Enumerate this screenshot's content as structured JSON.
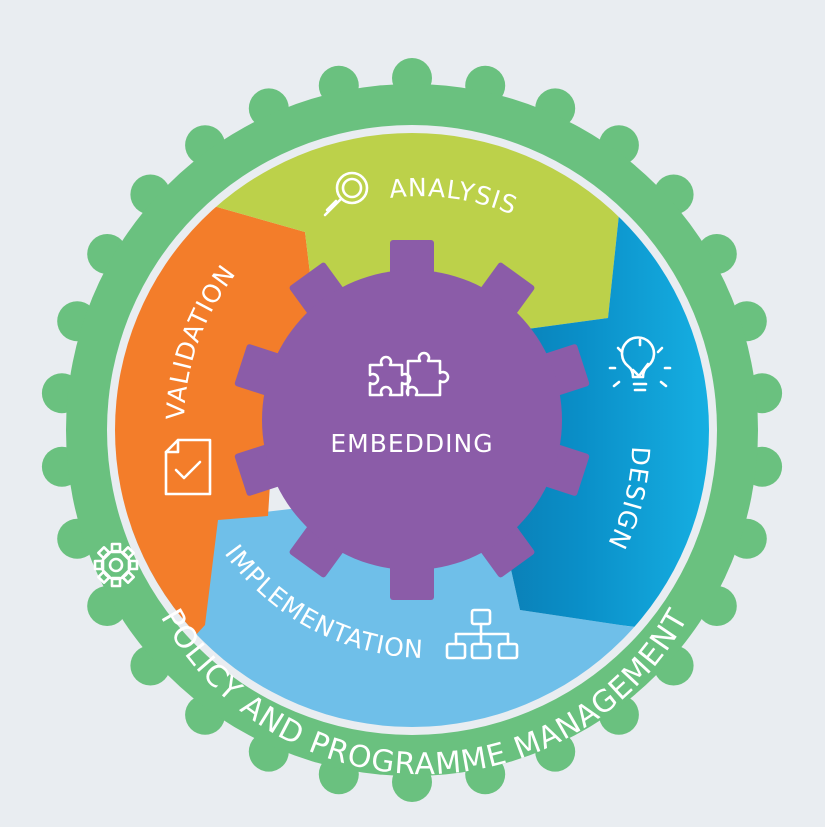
{
  "colors": {
    "background": "#e9edf1",
    "outer_gear": "#6ac17f",
    "ring_gap": "#e9edf1",
    "analysis": "#bcd14a",
    "design": "#0aa0d8",
    "design_shadow": "#0b7fb6",
    "implementation": "#6fbfe9",
    "validation": "#f37d2a",
    "embedding": "#8b5ca8"
  },
  "outer_ring": {
    "label": "POLICY AND PROGRAMME MANAGEMENT",
    "icon": "gear-icon"
  },
  "center": {
    "label": "EMBEDDING",
    "icon": "puzzle-icon"
  },
  "segments": [
    {
      "id": "analysis",
      "label": "ANALYSIS",
      "icon": "magnifier-icon"
    },
    {
      "id": "design",
      "label": "DESIGN",
      "icon": "lightbulb-icon"
    },
    {
      "id": "implementation",
      "label": "IMPLEMENTATION",
      "icon": "org-chart-icon"
    },
    {
      "id": "validation",
      "label": "VALIDATION",
      "icon": "document-check-icon"
    }
  ]
}
